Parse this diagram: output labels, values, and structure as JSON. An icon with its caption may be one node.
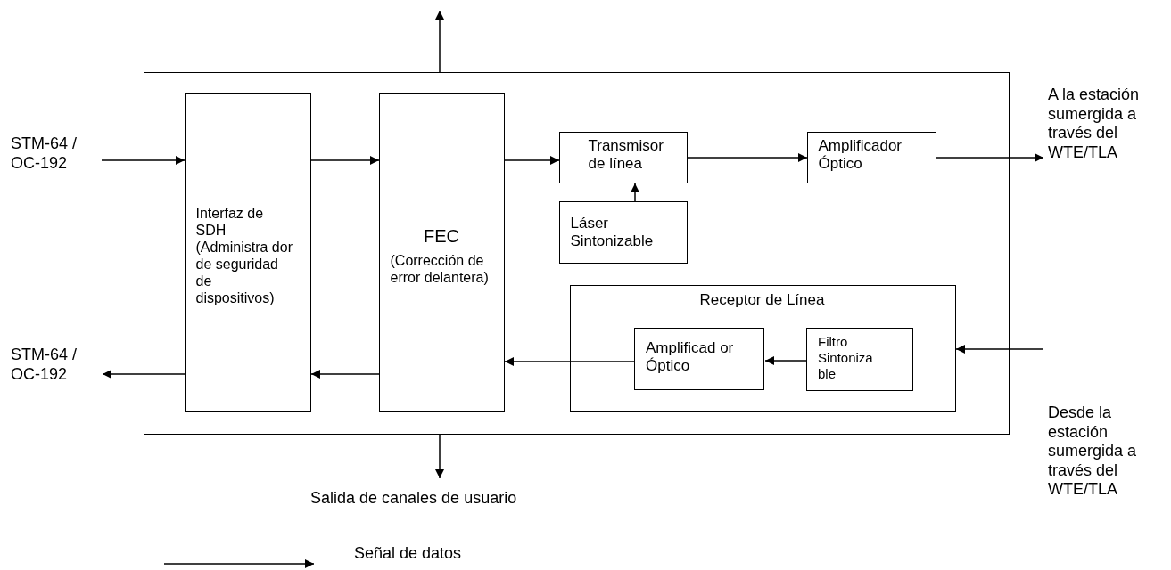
{
  "diagram": {
    "nodes": [
      {
        "text": [],
        "shape": "box"
      },
      {
        "text": [
          "Interfaz de SDH (Administra dor de seguridad de dispositivos)"
        ],
        "in": 0
      },
      {
        "text": [
          "FEC",
          "(Corrección de error delantera)"
        ],
        "in": 0
      },
      {
        "text": [
          "Transmisor de línea"
        ],
        "in": 0
      },
      {
        "text": [
          "Amplificador Óptico"
        ],
        "in": 0
      },
      {
        "text": [
          "Láser Sintonizable"
        ],
        "in": 0
      },
      {
        "text": [
          "Receptor de Línea"
        ],
        "in": 0
      },
      {
        "text": [
          "Amplificad or Óptico"
        ],
        "in": 6
      },
      {
        "text": [
          "Filtro Sintoniza ble"
        ],
        "in": 6
      },
      {
        "text": [
          "STM-64 / OC-192"
        ]
      },
      {
        "text": [
          "STM-64 / OC-192"
        ]
      },
      {
        "text": [
          "A la estación sumergida a través del WTE/TLA"
        ]
      },
      {
        "text": [
          "Salida de canales de usuario"
        ]
      }
    ],
    "edges": [
      {
        "from": 9,
        "to": 1,
        "arrow": "to"
      },
      {
        "from": 1,
        "to": 2,
        "arrow": "to"
      },
      {
        "from": 2,
        "to": 3,
        "arrow": "to"
      },
      {
        "from": 3,
        "to": 4,
        "arrow": "to"
      },
      {
        "from": 4,
        "to": 11,
        "arrow": "to"
      },
      {
        "from": 5,
        "to": 3,
        "arrow": "to"
      },
      {
        "from": null,
        "to": 6,
        "arrow": "to"
      },
      {
        "from": 8,
        "to": 7,
        "arrow": "to"
      },
      {
        "from": 7,
        "to": 2,
        "arrow": "to"
      },
      {
        "from": 2,
        "to": 1,
        "arrow": "to"
      },
      {
        "from": 1,
        "to": 10,
        "arrow": "to"
      },
      {
        "from": 0,
        "to": null,
        "arrow": "to"
      },
      {
        "from": 0,
        "to": 12,
        "arrow": "to"
      }
    ],
    "labels": [
      "Desde la estación sumergida a través del WTE/TLA"
    ],
    "legend": [
      {
        "text": "Señal de datos"
      }
    ]
  }
}
